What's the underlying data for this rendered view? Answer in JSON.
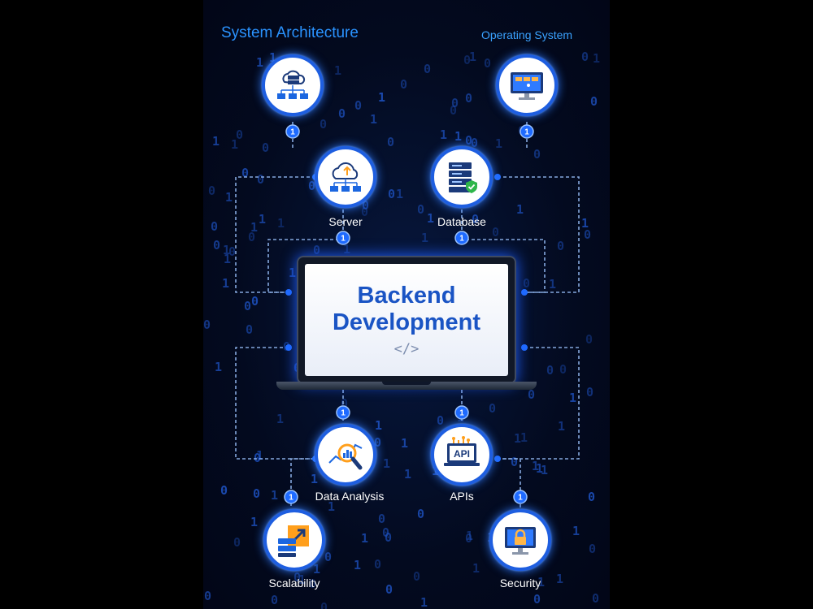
{
  "headings": {
    "left": "System Architecture",
    "right": "Operating System"
  },
  "center": {
    "title_line1": "Backend",
    "title_line2": "Development",
    "code_symbol": "</>"
  },
  "connector_badge": "1",
  "nodes": [
    {
      "id": "system-architecture",
      "label": "",
      "icon": "network-servers-icon"
    },
    {
      "id": "operating-system",
      "label": "",
      "icon": "desktop-monitor-icon"
    },
    {
      "id": "server",
      "label": "Server",
      "icon": "cloud-network-icon"
    },
    {
      "id": "database",
      "label": "Database",
      "icon": "server-rack-shield-icon"
    },
    {
      "id": "data-analysis",
      "label": "Data Analysis",
      "icon": "magnifier-chart-icon"
    },
    {
      "id": "apis",
      "label": "APIs",
      "icon": "api-laptop-icon"
    },
    {
      "id": "scalability",
      "label": "Scalability",
      "icon": "scale-up-arrow-icon"
    },
    {
      "id": "security",
      "label": "Security",
      "icon": "lock-monitor-icon"
    }
  ],
  "colors": {
    "accent": "#1e5ee0",
    "glow": "#2f7bff",
    "title": "#1a54c4",
    "background": "#030a1f"
  }
}
